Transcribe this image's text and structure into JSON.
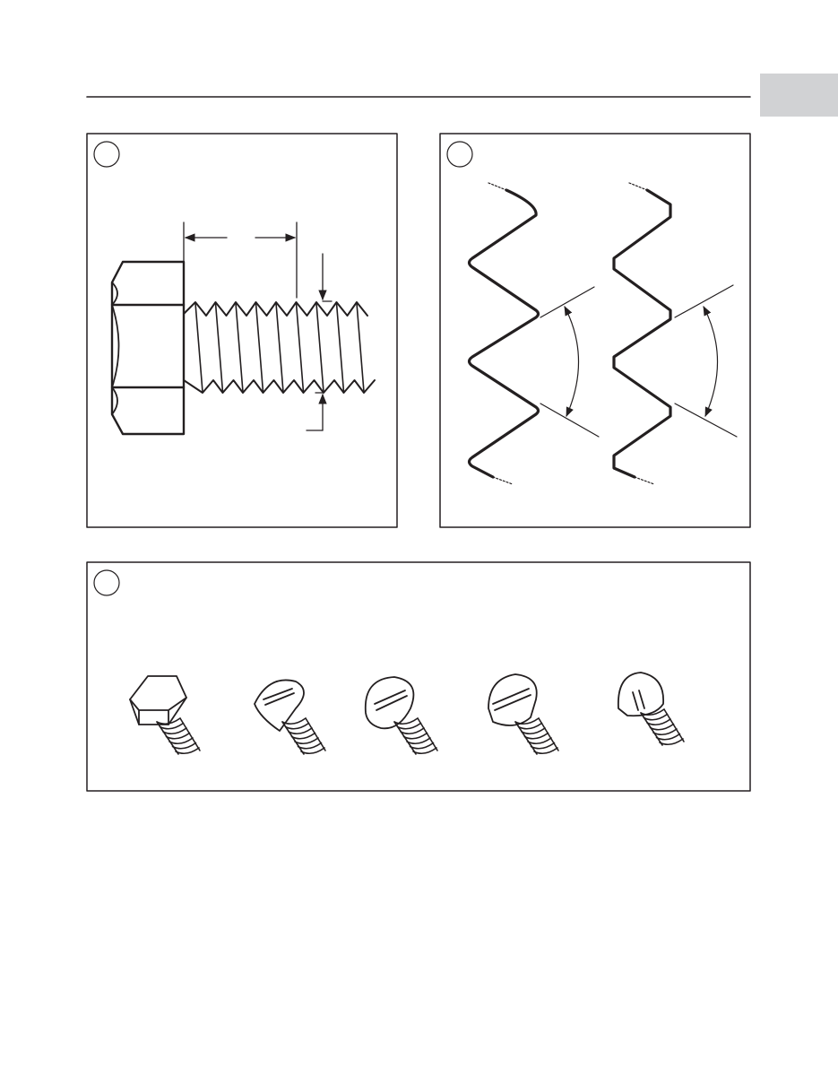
{
  "page": {
    "tab_color": "#d1d2d4",
    "line_color": "#231f20"
  },
  "figures": [
    {
      "id": "bolt-thread-dimensions",
      "label": ""
    },
    {
      "id": "thread-profiles",
      "label": ""
    },
    {
      "id": "screw-head-types",
      "label": ""
    }
  ]
}
